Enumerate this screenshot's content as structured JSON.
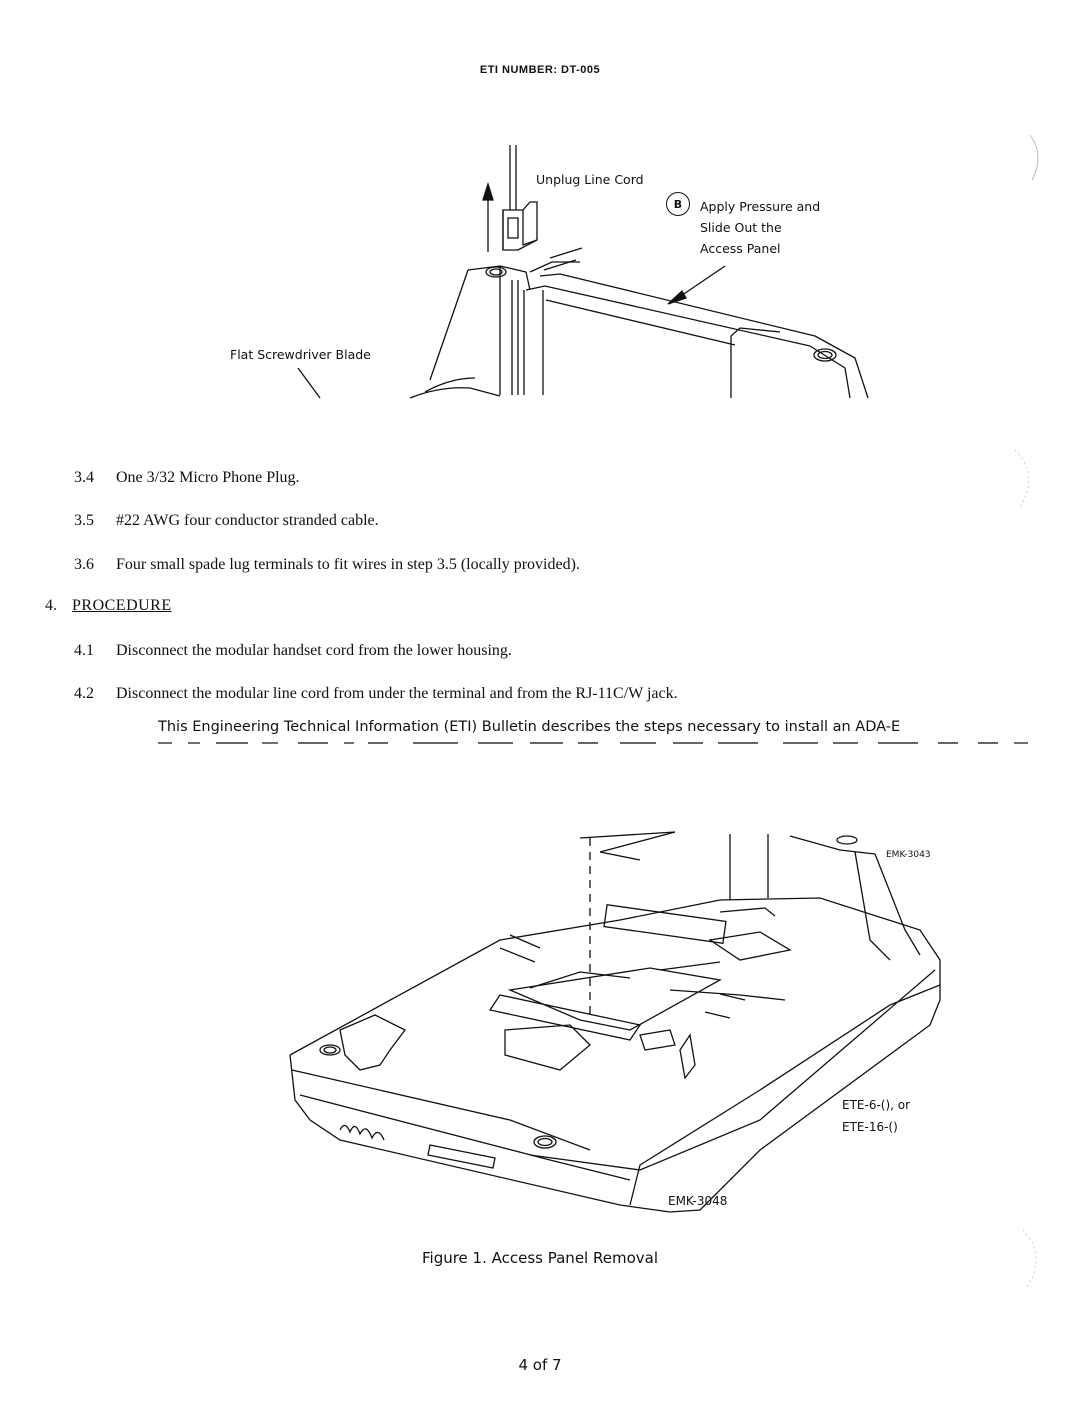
{
  "header": {
    "eti_number": "ETI NUMBER: DT-005"
  },
  "top_figure": {
    "unplug_label": "Unplug Line Cord",
    "callout_badge": "B",
    "callout_line1": "Apply Pressure and",
    "callout_line2": "Slide Out the",
    "callout_line3": "Access Panel",
    "screwdriver_label": "Flat Screwdriver Blade"
  },
  "parts_list": [
    {
      "num": "3.4",
      "text": "One 3/32 Micro Phone Plug."
    },
    {
      "num": "3.5",
      "text": "#22 AWG four conductor stranded cable."
    },
    {
      "num": "3.6",
      "text": "Four small spade lug terminals to fit wires in step 3.5 (locally provided)."
    }
  ],
  "procedure": {
    "num": "4.",
    "title": "PROCEDURE",
    "steps": [
      {
        "num": "4.1",
        "text": "Disconnect the modular handset cord from the lower housing."
      },
      {
        "num": "4.2",
        "text": "Disconnect the modular line cord from under the terminal and from the RJ-11C/W jack."
      }
    ]
  },
  "intro_text": "This Engineering Technical Information (ETI) Bulletin describes the steps necessary to install an ADA-E",
  "bottom_figure": {
    "code_top": "EMK-3043",
    "model_line1": "ETE-6-(), or",
    "model_line2": "ETE-16-()",
    "code_bottom": "EMK-3048"
  },
  "caption": "Figure 1. Access Panel Removal",
  "page_number": "4 of 7"
}
